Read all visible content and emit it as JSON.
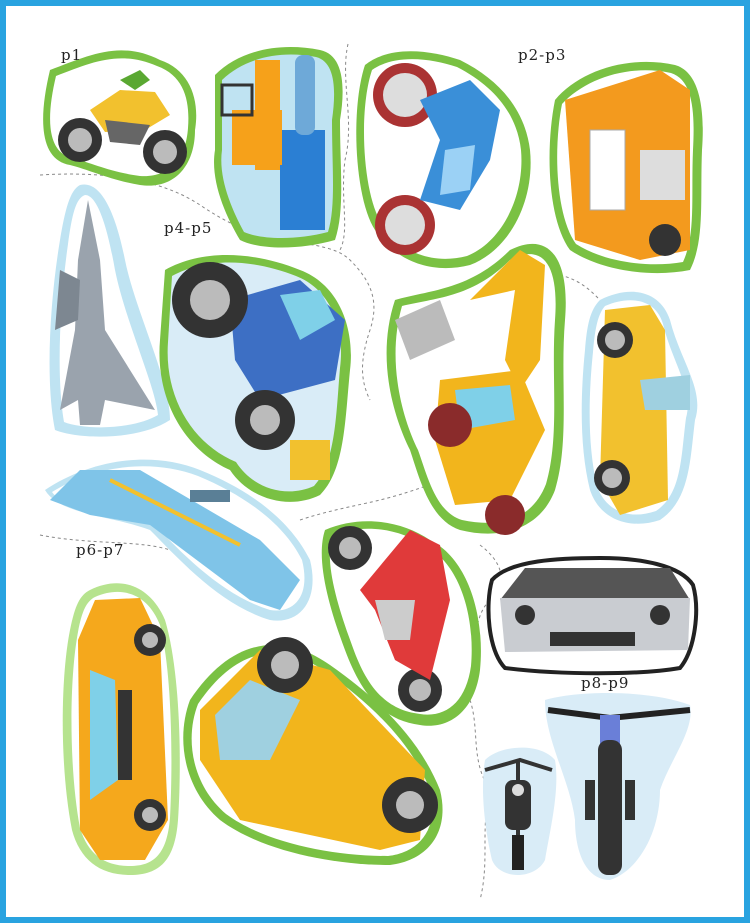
{
  "labels": {
    "p1": "p1",
    "p2_p3": "p2-p3",
    "p4_p5": "p4-p5",
    "p6_p7": "p6-p7",
    "p8_p9": "p8-p9"
  },
  "colors": {
    "frame": "#29a3e0",
    "sticker_border_green": "#7ac143",
    "sticker_border_light": "#bfe3f2",
    "taxi_yellow": "#f5a81c",
    "tractor_blue": "#3d6fc4",
    "excavator_yellow": "#f2b51c",
    "motorbike_blue": "#3a8fd8",
    "scooter_red": "#e03a3a",
    "car_silver": "#c9ccd1"
  },
  "stickers": [
    {
      "name": "yellow-motorcycle-sticker"
    },
    {
      "name": "forklift-sticker"
    },
    {
      "name": "blue-motorbike-sticker"
    },
    {
      "name": "orange-truck-sticker"
    },
    {
      "name": "fighter-jet-sticker"
    },
    {
      "name": "blue-tractor-sticker"
    },
    {
      "name": "excavator-sticker"
    },
    {
      "name": "yellow-convertible-sticker"
    },
    {
      "name": "airplane-sticker"
    },
    {
      "name": "red-scooter-sticker"
    },
    {
      "name": "silver-sports-car-sticker"
    },
    {
      "name": "taxi-sticker"
    },
    {
      "name": "yellow-hatchback-sticker"
    },
    {
      "name": "small-motorcycle-sticker"
    },
    {
      "name": "dirt-bike-sticker"
    }
  ]
}
